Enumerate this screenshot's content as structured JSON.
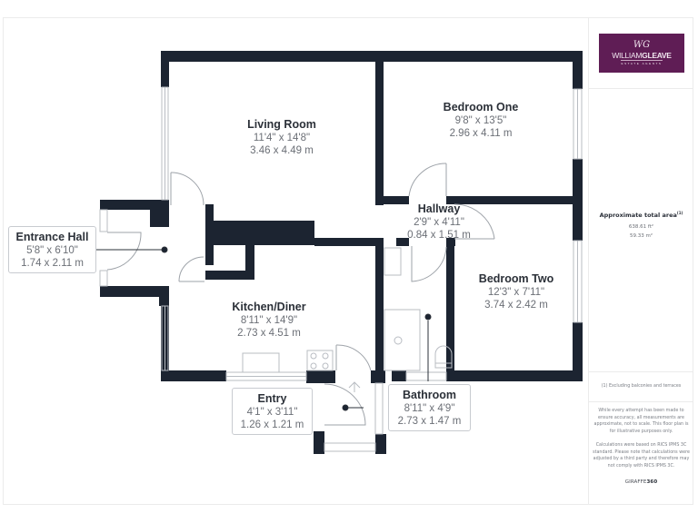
{
  "agency": {
    "monogram": "WG",
    "name_light": "WILLIAM",
    "name_bold": "GLEAVE",
    "tagline": "ESTATE AGENTS",
    "brand_color": "#5f1d55"
  },
  "area": {
    "title": "Approximate total area",
    "footnote_mark": "(1)",
    "sq_ft": "638.61 ft²",
    "sq_m": "59.33 m²"
  },
  "notes": {
    "exclusion": "(1) Excluding balconies and terraces",
    "disclaimer": "While every attempt has been made to ensure accuracy, all measurements are approximate, not to scale. This floor plan is for illustrative purposes only.",
    "calculation": "Calculations were based on RICS IPMS 3C standard. Please note that calculations were adjusted by a third party and therefore may not comply with RICS IPMS 3C."
  },
  "credit": {
    "light": "GIRAFFE",
    "bold": "360"
  },
  "colors": {
    "wall": "#1c2431",
    "fixture": "#b8bcc2",
    "label_text": "#2b3038",
    "dim_text": "#6b6f76"
  },
  "rooms": {
    "living_room": {
      "name": "Living Room",
      "imperial": "11'4\" x 14'8\"",
      "metric": "3.46 x 4.49 m"
    },
    "bedroom_one": {
      "name": "Bedroom One",
      "imperial": "9'8\" x 13'5\"",
      "metric": "2.96 x 4.11 m"
    },
    "hallway": {
      "name": "Hallway",
      "imperial": "2'9\" x 4'11\"",
      "metric": "0.84 x 1.51 m"
    },
    "bedroom_two": {
      "name": "Bedroom Two",
      "imperial": "12'3\" x 7'11\"",
      "metric": "3.74 x 2.42 m"
    },
    "kitchen_diner": {
      "name": "Kitchen/Diner",
      "imperial": "8'11\" x 14'9\"",
      "metric": "2.73 x 4.51 m"
    },
    "entrance_hall": {
      "name": "Entrance Hall",
      "imperial": "5'8\" x 6'10\"",
      "metric": "1.74 x 2.11 m"
    },
    "entry": {
      "name": "Entry",
      "imperial": "4'1\" x 3'11\"",
      "metric": "1.26 x 1.21 m"
    },
    "bathroom": {
      "name": "Bathroom",
      "imperial": "8'11\" x 4'9\"",
      "metric": "2.73 x 1.47 m"
    }
  }
}
